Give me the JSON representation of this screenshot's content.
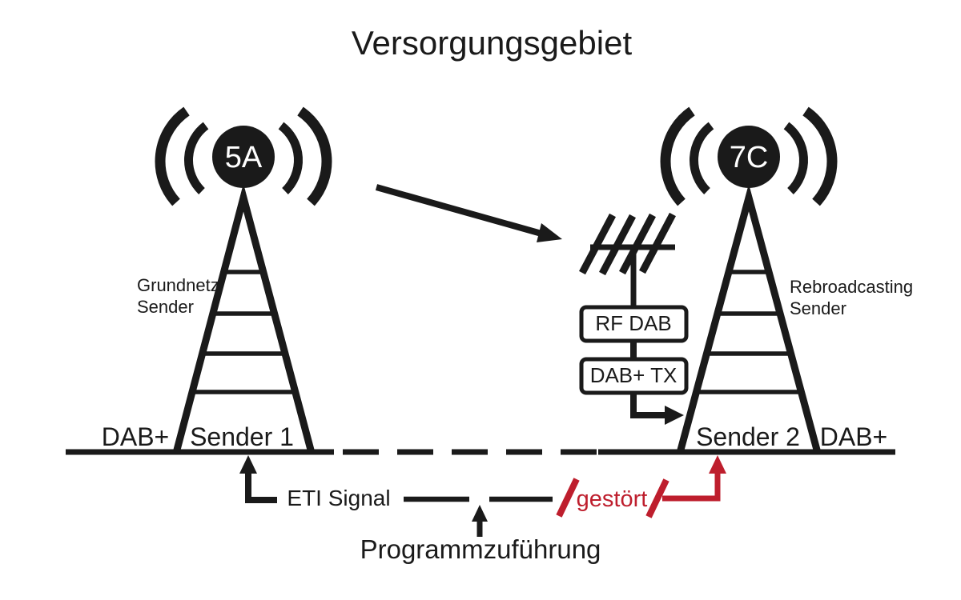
{
  "title": "Versorgungsgebiet",
  "colors": {
    "ink": "#1a1a1a",
    "alert_red": "#be1e2d",
    "badge_text": "#ffffff",
    "background": "#ffffff"
  },
  "transmitters": {
    "left": {
      "channel": "5A",
      "role_line1": "Grundnetz",
      "role_line2": "Sender",
      "standard": "DAB+",
      "name": "Sender 1"
    },
    "right": {
      "channel": "7C",
      "role_line1": "Rebroadcasting",
      "role_line2": "Sender",
      "standard": "DAB+",
      "name": "Sender 2"
    }
  },
  "relay_chain": {
    "rf_box": "RF DAB",
    "tx_box": "DAB+ TX"
  },
  "signal_feed": {
    "eti": "ETI Signal",
    "disturbed": "gestört",
    "program": "Programmzuführung"
  }
}
